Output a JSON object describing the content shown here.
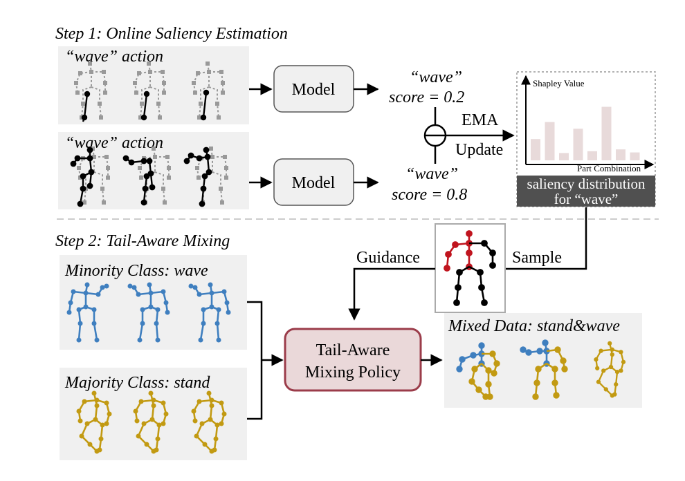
{
  "step1": {
    "title": "Step 1: Online Saliency Estimation",
    "row1_caption": "“wave” action",
    "row2_caption": "“wave” action",
    "model_label": "Model",
    "output1": {
      "line1": "“wave”",
      "line2": "score = 0.2"
    },
    "output2": {
      "line1": "“wave”",
      "line2": "score = 0.8"
    },
    "ema_label": "EMA",
    "update_label": "Update",
    "chart": {
      "ylabel": "Shapley Value",
      "xlabel": "Part Combination",
      "caption_line1": "saliency distribution",
      "caption_line2": "for “wave”"
    }
  },
  "step2": {
    "title": "Step 2: Tail-Aware Mixing",
    "guidance_label": "Guidance",
    "sample_label": "Sample",
    "minority_label": "Minority Class: wave",
    "majority_label": "Majority Class: stand",
    "policy_line1": "Tail-Aware",
    "policy_line2": "Mixing Policy",
    "mixed_label": "Mixed Data: stand&wave"
  },
  "chart_data": {
    "type": "bar",
    "ylabel": "Shapley Value",
    "xlabel": "Part Combination",
    "values": [
      0.35,
      0.63,
      0.12,
      0.52,
      0.15,
      0.88,
      0.18,
      0.13
    ],
    "bar_color": "#e8dada"
  },
  "colors": {
    "panel_bg": "#f0f0f0",
    "model_bg": "#f0f0f0",
    "policy_bg": "#ead8d9",
    "policy_border": "#9b3c4a",
    "blue": "#3f7fbf",
    "gold": "#c29a12",
    "red": "#c0141e",
    "gray": "#999999",
    "caption_bg": "#505050"
  }
}
